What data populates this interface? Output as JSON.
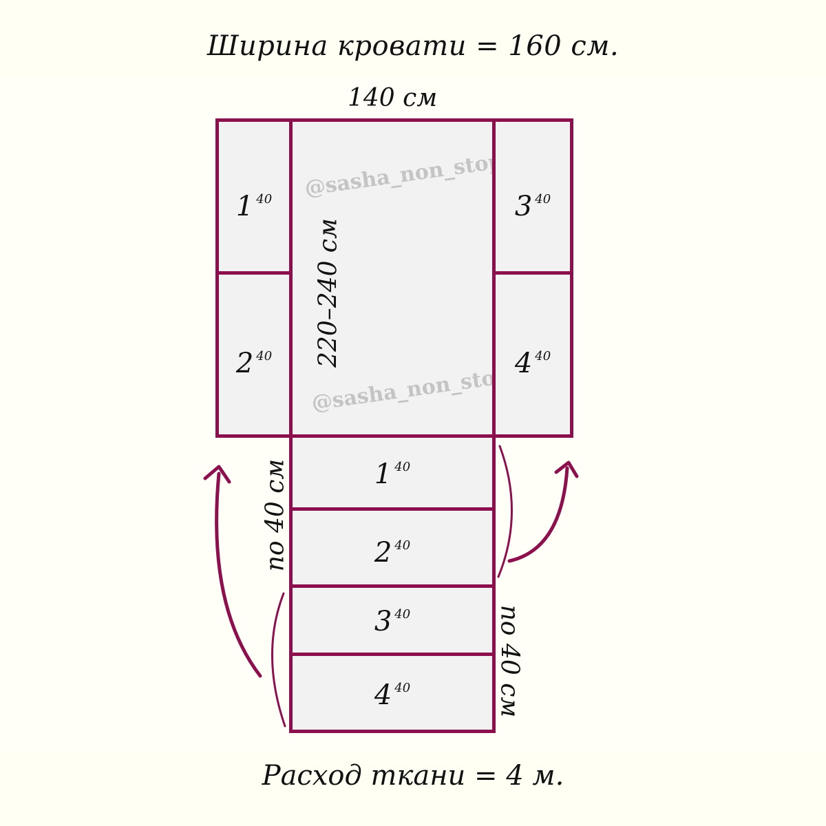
{
  "title": "Ширина кровати = 160 см.",
  "footer": "Расход ткани = 4 м.",
  "dimensions": {
    "top_width": "140 см",
    "length": "220–240 см",
    "left_strip": "по 40 см",
    "right_strip": "по 40 см"
  },
  "watermark": "@sasha_non_stop",
  "panels": {
    "top_left_1": {
      "num": "1",
      "exp": "40"
    },
    "top_left_2": {
      "num": "2",
      "exp": "40"
    },
    "top_right_3": {
      "num": "3",
      "exp": "40"
    },
    "top_right_4": {
      "num": "4",
      "exp": "40"
    },
    "strip_1": {
      "num": "1",
      "exp": "40"
    },
    "strip_2": {
      "num": "2",
      "exp": "40"
    },
    "strip_3": {
      "num": "3",
      "exp": "40"
    },
    "strip_4": {
      "num": "4",
      "exp": "40"
    }
  },
  "colors": {
    "border": "#8c0f4e",
    "panel_fill": "#f2f2f2",
    "background": "#fffff8",
    "watermark": "#c4c4c4"
  }
}
